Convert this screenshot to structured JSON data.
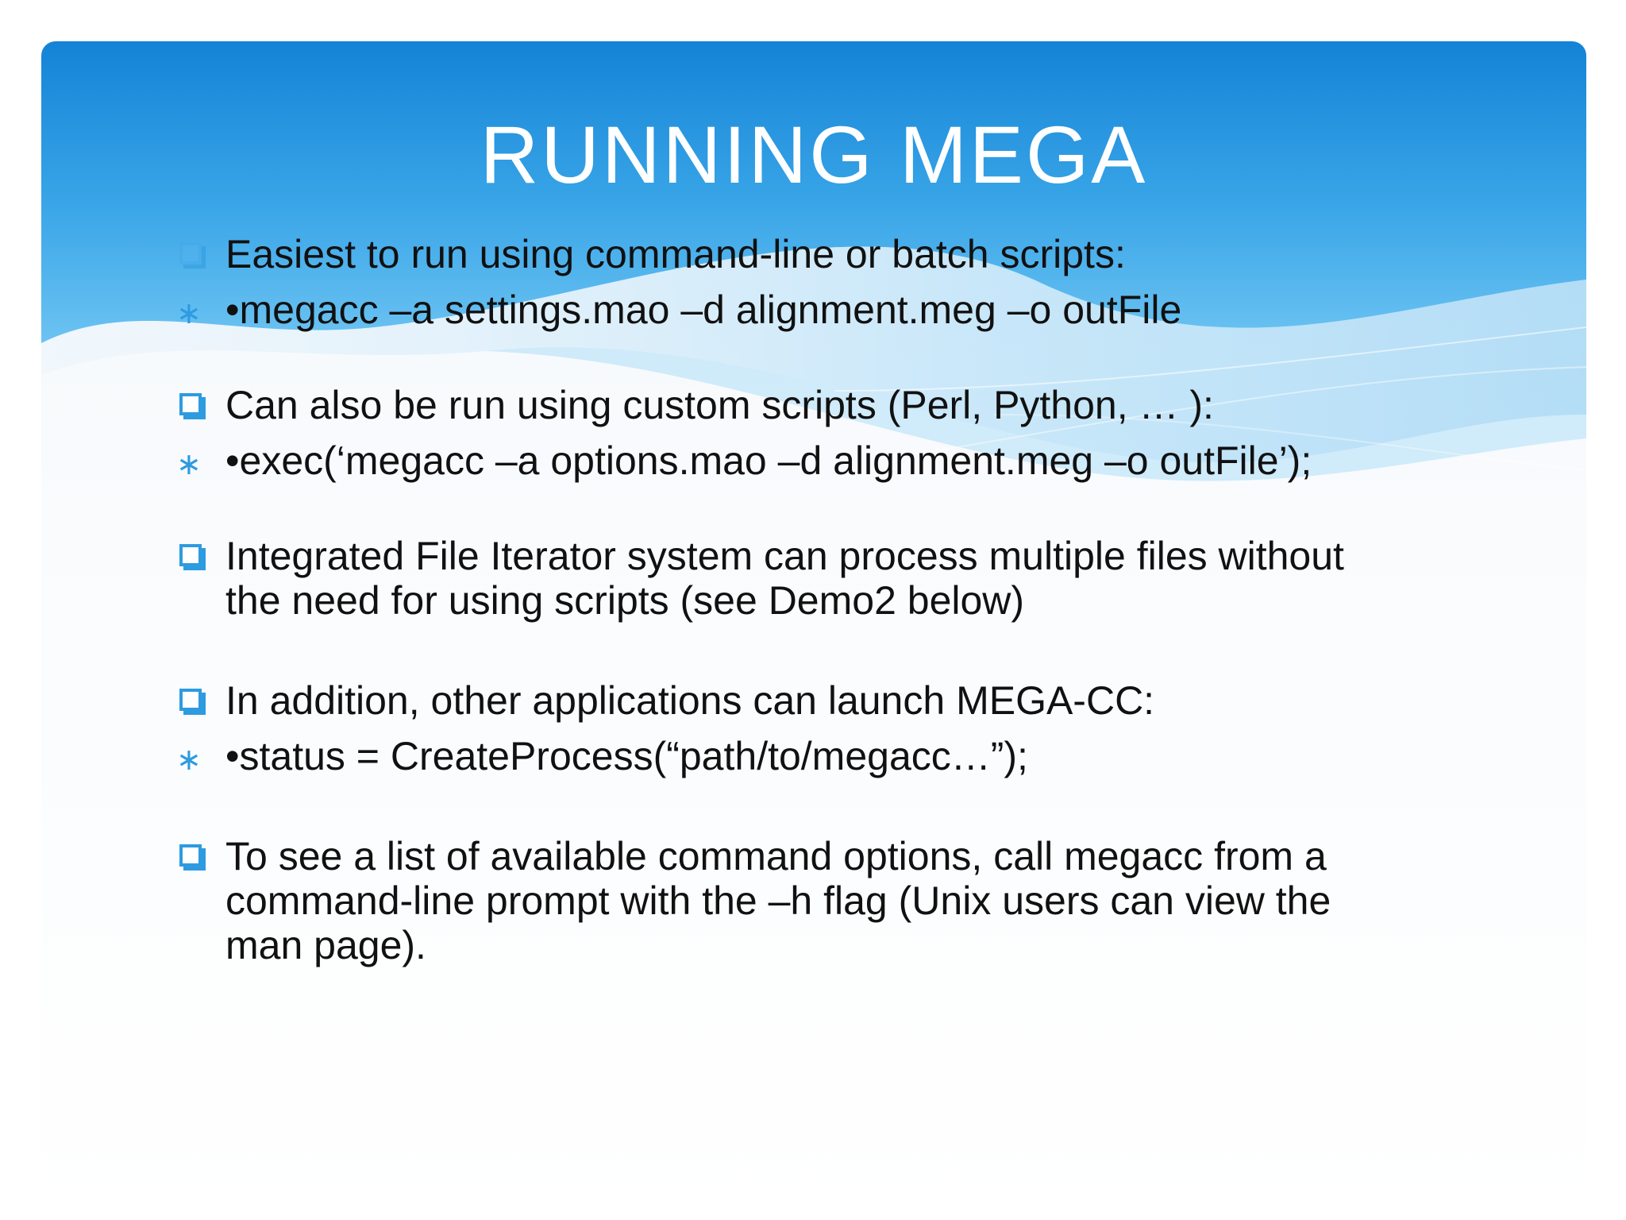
{
  "title": "RUNNING MEGA",
  "colors": {
    "accent": "#2d9be0",
    "header_top": "#1a86d8",
    "header_bottom": "#5fbcf0",
    "text": "#111111"
  },
  "bullets": [
    {
      "text": "Easiest to run using command-line or batch scripts:",
      "sub": "•megacc –a settings.mao –d alignment.meg –o outFile"
    },
    {
      "text": "Can also be run using custom scripts (Perl, Python, … ):",
      "sub": "•exec(‘megacc –a options.mao –d alignment.meg –o outFile’);"
    },
    {
      "text_line1": "Integrated File Iterator system can process multiple files without",
      "text_line2": "the need for using scripts (see Demo2 below)"
    },
    {
      "text": "In addition, other applications can launch MEGA-CC:",
      "sub": "•status = CreateProcess(“path/to/megacc…”);"
    },
    {
      "text_line1": "To see a list of available command options, call megacc from a",
      "text_line2": "command-line prompt with the –h flag (Unix users can view the",
      "text_line3": "man page)."
    }
  ],
  "icons": {
    "bullet": "checkbox-icon",
    "sub_bullet": "asterisk-icon"
  },
  "asterisk_glyph": "∗"
}
